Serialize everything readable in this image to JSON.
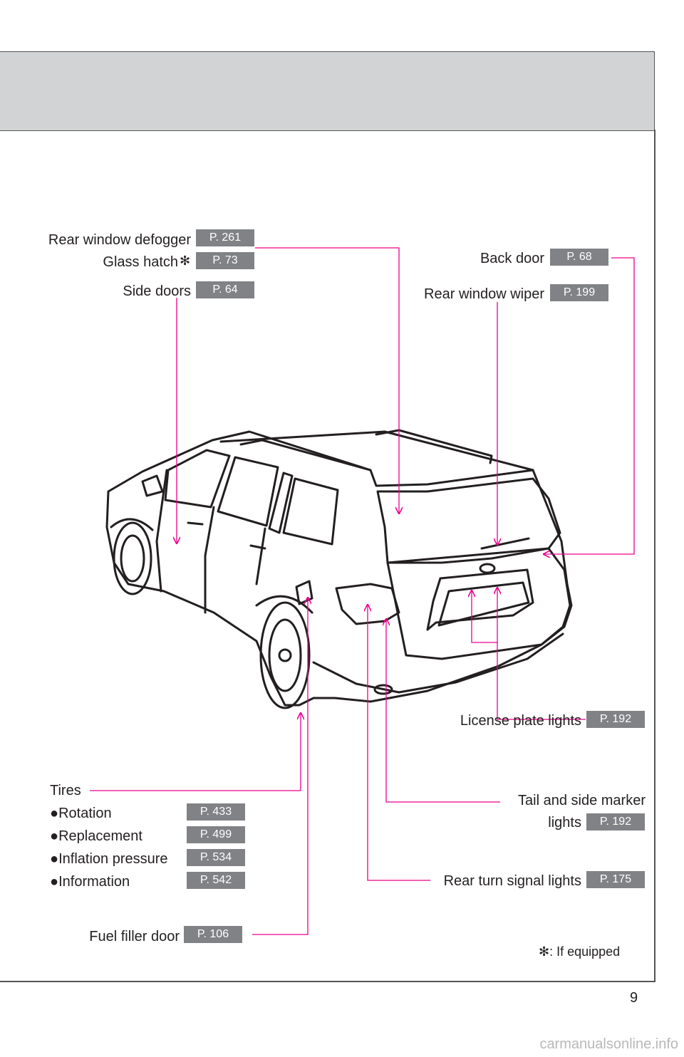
{
  "header": {
    "title": ""
  },
  "callouts": {
    "rear_window_defogger": {
      "label": "Rear window defogger",
      "page": "P. 261"
    },
    "glass_hatch": {
      "label": "Glass hatch",
      "page": "P. 73"
    },
    "side_doors": {
      "label": "Side doors",
      "page": "P. 64"
    },
    "back_door": {
      "label": "Back door",
      "page": "P. 68"
    },
    "rear_window_wiper": {
      "label": "Rear window wiper",
      "page": "P. 199"
    },
    "license_plate_lights": {
      "label": "License plate lights",
      "page": "P. 192"
    },
    "tail_side_marker": {
      "label_line1": "Tail and side marker",
      "label_line2": "lights",
      "page": "P. 192"
    },
    "rear_turn_signal": {
      "label": "Rear turn signal lights",
      "page": "P. 175"
    },
    "fuel_filler_door": {
      "label": "Fuel filler door",
      "page": "P. 106"
    }
  },
  "tires": {
    "label": "Tires",
    "items": [
      {
        "label": "Rotation",
        "page": "P. 433"
      },
      {
        "label": "Replacement",
        "page": "P. 499"
      },
      {
        "label": "Inflation pressure",
        "page": "P. 534"
      },
      {
        "label": "Information",
        "page": "P. 542"
      }
    ]
  },
  "footnote": {
    "symbol": "✻",
    "text": ": If equipped"
  },
  "page_number": "9",
  "watermark": "carmanualsonline.info",
  "colors": {
    "leader": "#ec008c",
    "badge": "#808285",
    "band": "#d1d3d4"
  }
}
